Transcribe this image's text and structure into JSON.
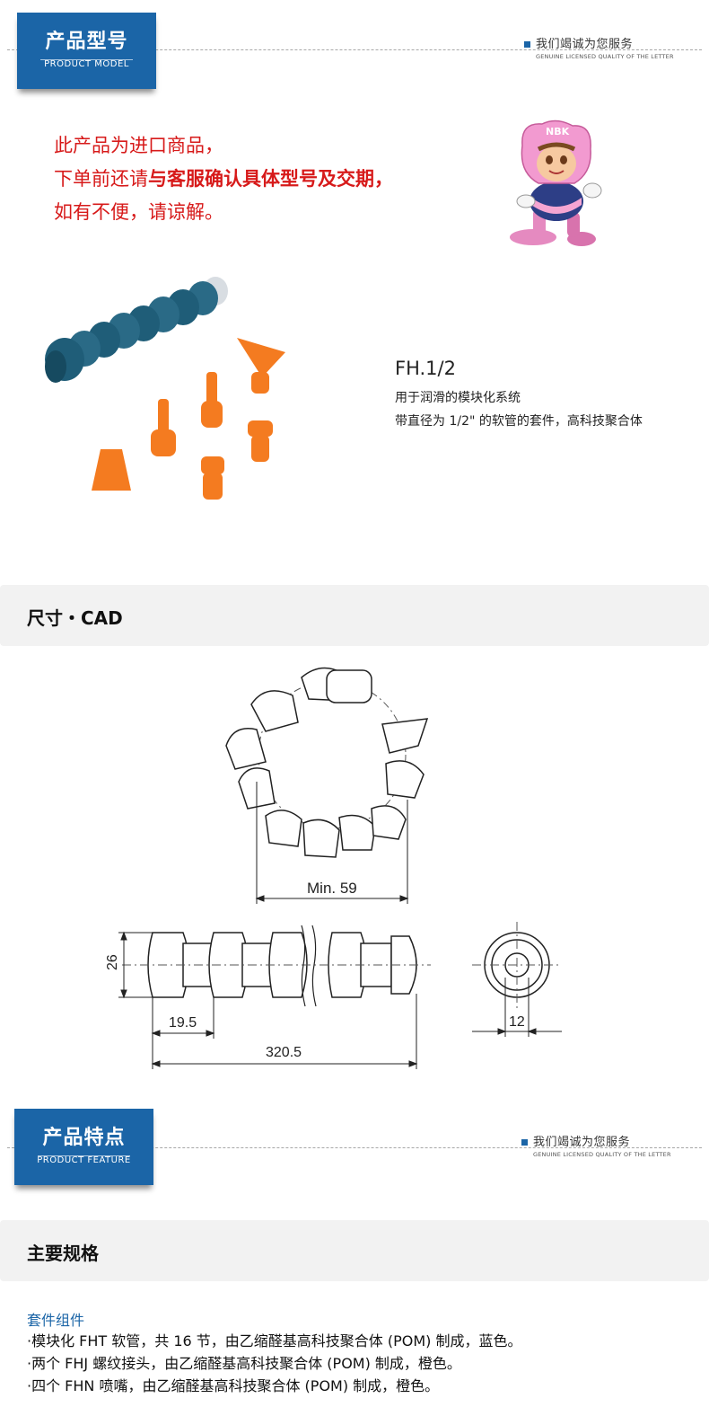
{
  "header1": {
    "title_zh": "产品型号",
    "title_en": "PRODUCT  MODEL",
    "service_zh": "我们竭诚为您服务",
    "service_en": "GENUINE LICENSED QUALITY OF THE LETTER"
  },
  "notice": {
    "line1": "此产品为进口商品，",
    "line2_prefix": "下单前还请",
    "line2_bold": "与客服确认具体型号及交期，",
    "line3": "如有不便，请谅解。"
  },
  "mascot": {
    "logo_text": "NBK"
  },
  "product": {
    "model": "FH.1/2",
    "desc1": "用于润滑的模块化系统",
    "desc2": "带直径为 1/2\" 的软管的套件，高科技聚合体"
  },
  "cad_section": {
    "title": "尺寸・CAD"
  },
  "cad_drawing": {
    "dim_min": "Min. 59",
    "dim_height": "26",
    "dim_segment": "19.5",
    "dim_total": "320.5",
    "dim_diameter": "12"
  },
  "header2": {
    "title_zh": "产品特点",
    "title_en": "PRODUCT FEATURE",
    "service_zh": "我们竭诚为您服务",
    "service_en": "GENUINE LICENSED QUALITY OF THE LETTER"
  },
  "spec_section": {
    "title": "主要规格"
  },
  "specs": {
    "subtitle": "套件组件",
    "items": [
      "·模块化 FHT 软管，共 16 节，由乙缩醛基高科技聚合体 (POM) 制成，蓝色。",
      "·两个 FHJ 螺纹接头，由乙缩醛基高科技聚合体 (POM) 制成，橙色。",
      "·四个 FHN 喷嘴，由乙缩醛基高科技聚合体 (POM) 制成，橙色。"
    ]
  },
  "colors": {
    "brand_blue": "#1b65a7",
    "notice_red": "#d71a1a",
    "hose_teal": "#1f5d78",
    "nozzle_orange": "#f47b20"
  }
}
